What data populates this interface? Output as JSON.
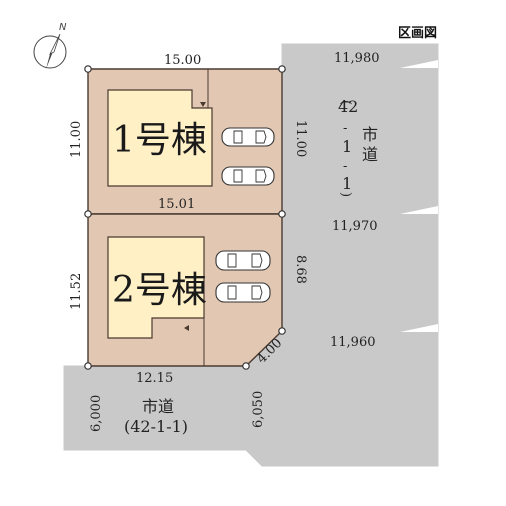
{
  "title": "区画図",
  "compass": {
    "label": "N"
  },
  "buildings": [
    {
      "label": "1号棟"
    },
    {
      "label": "2号棟"
    }
  ],
  "dimensions": {
    "lot1_top": "15.00",
    "lot1_left": "11.00",
    "lot1_right": "11.00",
    "lot_middle": "15.01",
    "lot2_left": "11.52",
    "lot2_right": "8.68",
    "lot2_corner": "4.00",
    "lot2_bottom": "12.15"
  },
  "east_road": {
    "label_chars": [
      "市",
      "道"
    ],
    "number_chars": [
      "(",
      "42",
      "-",
      "1",
      "-",
      "1",
      ")"
    ],
    "widths": [
      "11,980",
      "11,970",
      "11,960"
    ]
  },
  "south_road": {
    "label": "市道",
    "number": "(42-1-1)",
    "width_left": "6,000",
    "width_right": "6,050"
  }
}
